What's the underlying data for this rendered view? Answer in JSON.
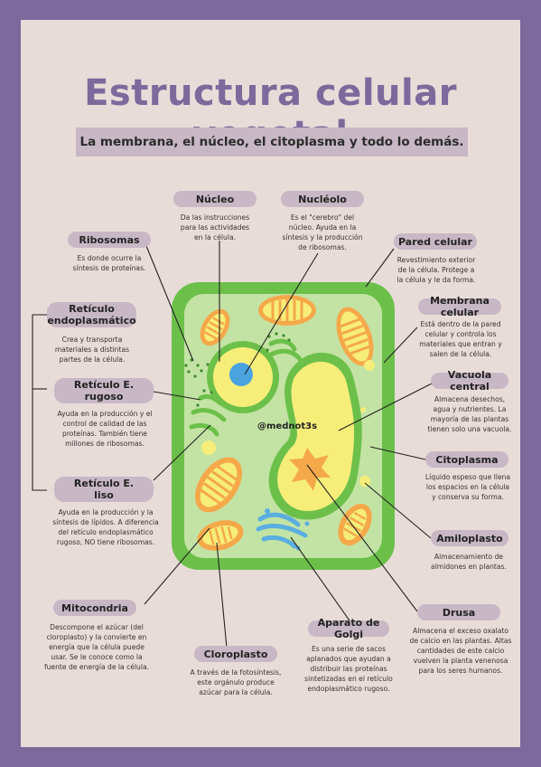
{
  "title": "Estructura celular vegetal",
  "subtitle": "La membrana, el núcleo, el citoplasma y todo lo demás.",
  "watermark": "@mednot3s",
  "colors": {
    "border": "#7b6a9b",
    "background": "#e8dcd9",
    "label_bg": "#c8b7c4",
    "cell_wall": "#6cc04a",
    "cytoplasm": "#c3e3a4",
    "vacuole": "#f7ee7a",
    "chloroplast": "#f5a84a",
    "nucleus": "#4aa3df",
    "golgi": "#5aaee0"
  },
  "parts": {
    "nucleo": {
      "name": "Núcleo",
      "desc": "Da las instrucciones\npara las actividades\nen la célula."
    },
    "nucleolo": {
      "name": "Nucléolo",
      "desc": "Es el \"cerebro\" del\nnúcleo. Ayuda en la\nsíntesis y la producción\nde ribosomas."
    },
    "ribosomas": {
      "name": "Ribosomas",
      "desc": "Es donde ocurre la\nsíntesis de proteínas."
    },
    "pared": {
      "name": "Pared celular",
      "desc": "Revestimiento exterior\nde la célula. Protege a\nla célula y le da forma."
    },
    "reticulo": {
      "name": "Retículo\nendoplasmático",
      "desc": "Crea y transporta\nmateriales a distintas\npartes de la célula."
    },
    "membrana": {
      "name": "Membrana\ncelular",
      "desc": "Está dentro de la pared\ncelular y controla los\nmateriales que entran y\nsalen de la célula."
    },
    "rugoso": {
      "name": "Retículo E.\nrugoso",
      "desc": "Ayuda en la producción y el\ncontrol de calidad de las\nproteínas. También tiene\nmillones de ribosomas."
    },
    "vacuola": {
      "name": "Vacuola central",
      "desc": "Almacena desechos,\nagua y nutrientes. La\nmayoría de las plantas\ntienen solo una vacuola."
    },
    "citoplasma": {
      "name": "Citoplasma",
      "desc": "Líquido espeso que llena\nlos espacios en la célula\ny conserva su forma."
    },
    "liso": {
      "name": "Retículo E.\nliso",
      "desc": "Ayuda en la producción y la\nsíntesis de lípidos. A diferencia\ndel retículo endoplasmático\nrugoso, NO tiene ribosomas."
    },
    "amiloplasto": {
      "name": "Amiloplasto",
      "desc": "Almacenamiento de\nalmidones en plantas."
    },
    "mitocondria": {
      "name": "Mitocondria",
      "desc": "Descompone el azúcar (del\ncloroplasto) y la convierte en\nenergía que la célula puede\nusar. Se le conoce como la\nfuente de energía de la célula."
    },
    "drusa": {
      "name": "Drusa",
      "desc": "Almacena el exceso oxalato\nde calcio en las plantas. Altas\ncantidades de este calcio\nvuelven la planta venenosa\npara los seres humanos."
    },
    "golgi": {
      "name": "Aparato de Golgi",
      "desc": "Es una serie de sacos\naplanados que ayudan a\ndistribuir las proteínas\nsintetizadas en el retículo\nendoplasmático rugoso."
    },
    "cloroplasto": {
      "name": "Cloroplasto",
      "desc": "A través de la fotosíntesis,\neste orgánulo produce\nazúcar para la célula."
    }
  }
}
